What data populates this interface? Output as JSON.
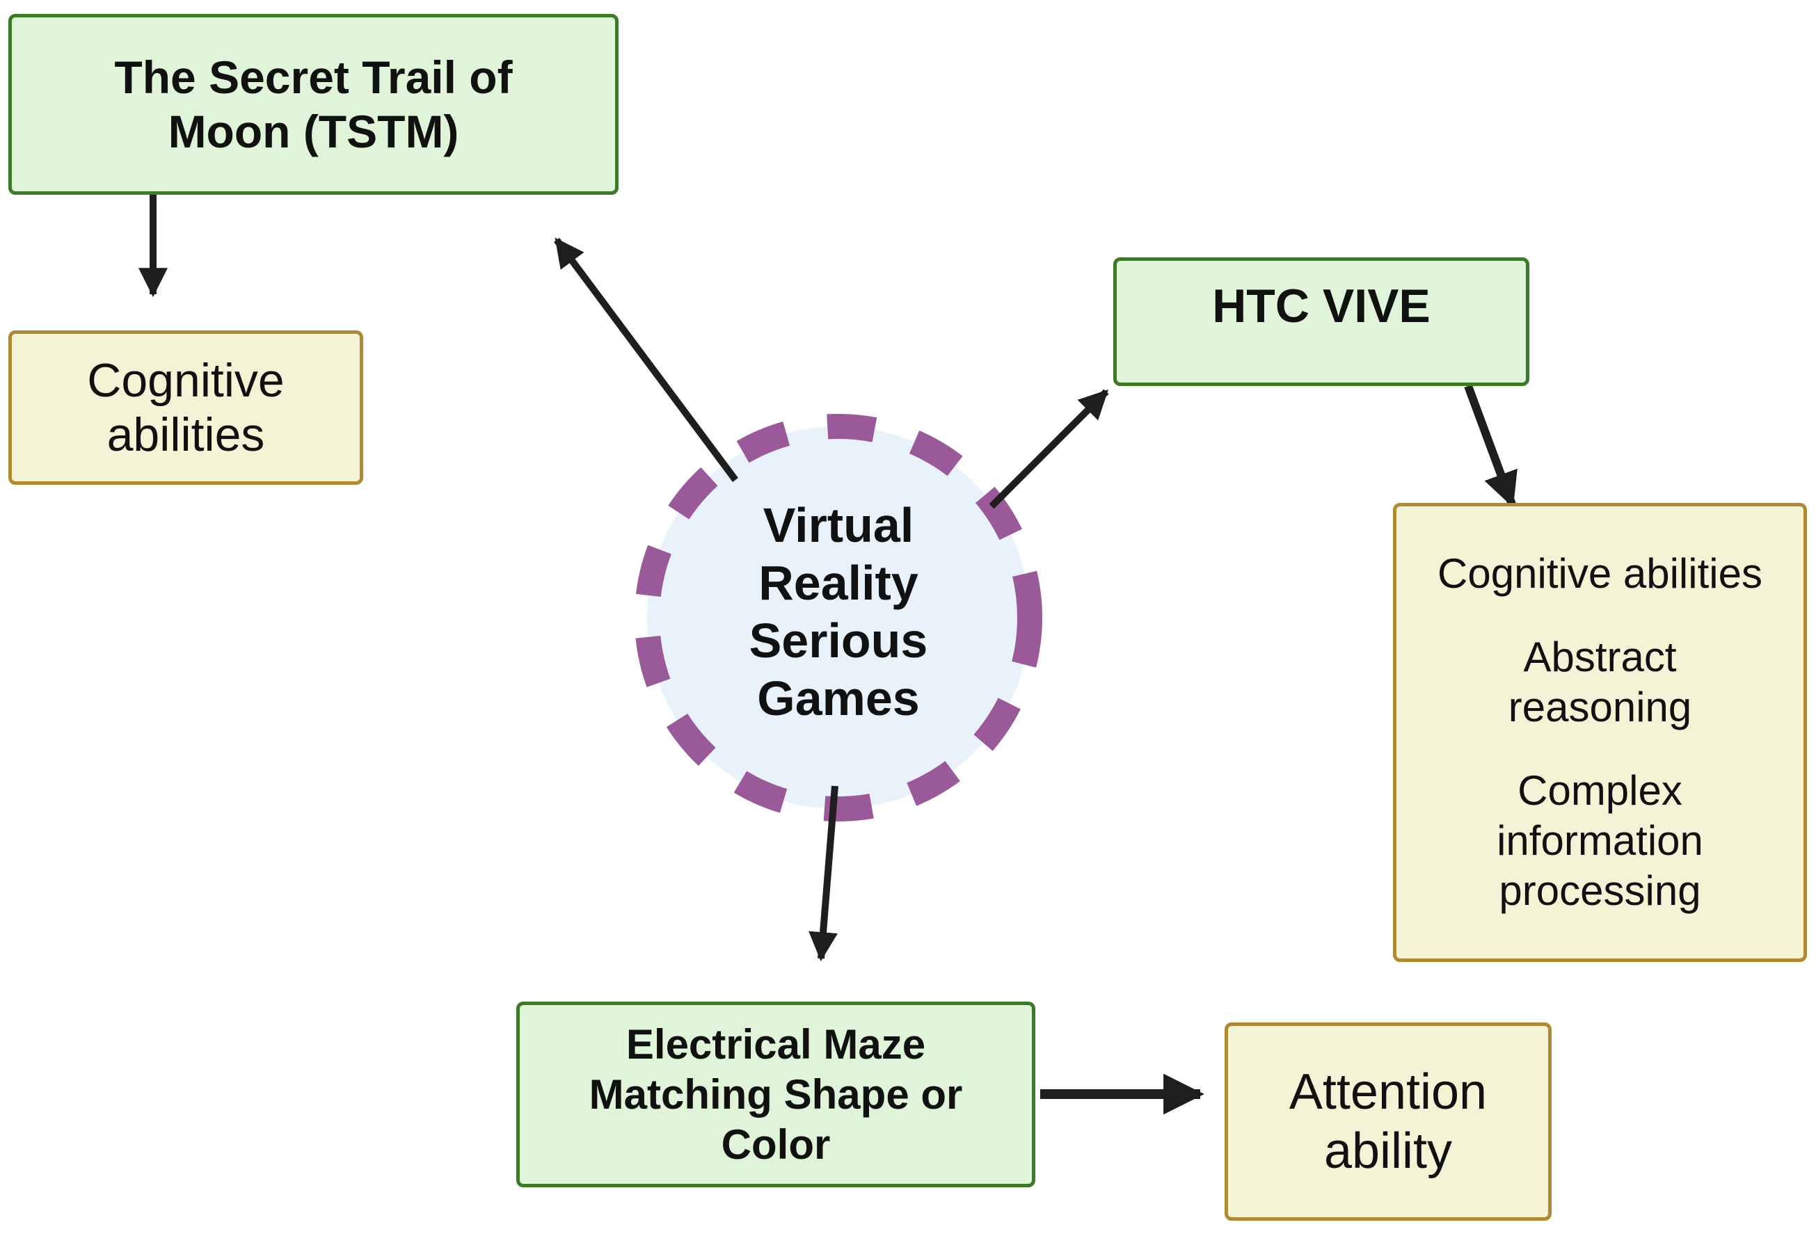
{
  "hub": {
    "lines": [
      "Virtual",
      "Reality",
      "Serious",
      "Games"
    ],
    "fill_color": "#e9f1fb",
    "dash_color": "#9a5a9a"
  },
  "boxes": {
    "tstm": {
      "lines": [
        "The Secret Trail of",
        "Moon (TSTM)"
      ],
      "style": "green"
    },
    "tstm_outcome": {
      "lines": [
        "Cognitive",
        "abilities"
      ],
      "style": "yellow"
    },
    "htc": {
      "lines": [
        "HTC VIVE"
      ],
      "style": "green"
    },
    "htc_outcome": {
      "groups": [
        [
          "Cognitive abilities"
        ],
        [
          "Abstract",
          "reasoning"
        ],
        [
          "Complex",
          "information",
          "processing"
        ]
      ],
      "style": "yellow"
    },
    "maze": {
      "lines": [
        "Electrical Maze",
        "Matching Shape or",
        "Color"
      ],
      "style": "green"
    },
    "maze_outcome": {
      "lines": [
        "Attention",
        "ability"
      ],
      "style": "yellow"
    }
  },
  "colors": {
    "green_fill": "#e0f4da",
    "green_border": "#3d7a28",
    "yellow_fill": "#f5f3d6",
    "yellow_border": "#b08a32",
    "arrow": "#1e1e1e"
  }
}
